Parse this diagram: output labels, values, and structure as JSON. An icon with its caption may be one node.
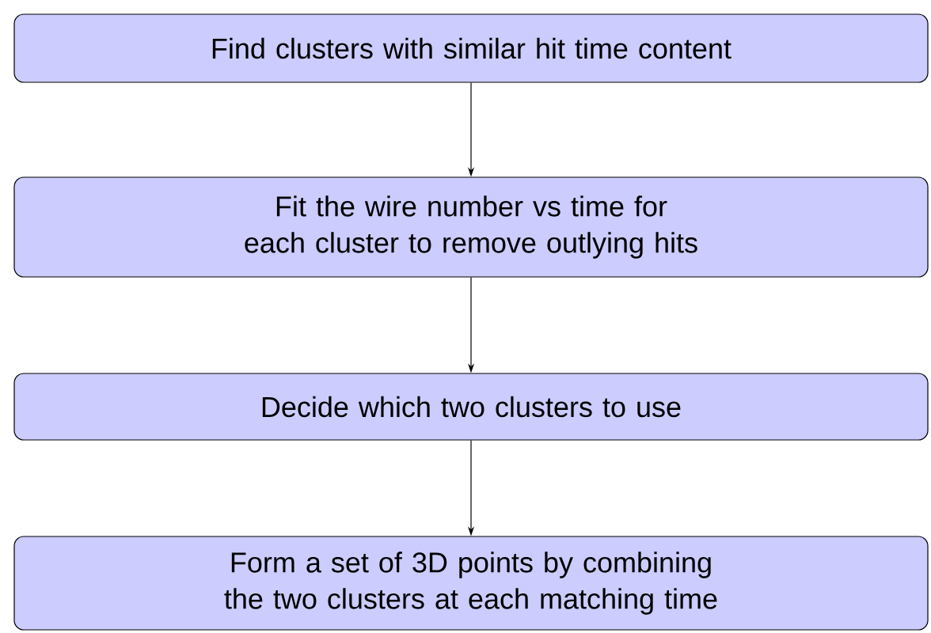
{
  "diagram": {
    "nodes": [
      {
        "text": [
          "Find clusters with similar hit time content"
        ]
      },
      {
        "text": [
          "Fit the wire number vs time for each cluster to remove outlying hits"
        ]
      },
      {
        "text": [
          "Decide which two clusters to use"
        ]
      },
      {
        "text": [
          "Form a set of 3D points by combining the two clusters at each matching time"
        ]
      }
    ],
    "edges": [
      {
        "from": 0,
        "to": 1,
        "arrow": "to"
      },
      {
        "from": 1,
        "to": 2,
        "arrow": "to"
      },
      {
        "from": 2,
        "to": 3,
        "arrow": "to"
      }
    ]
  }
}
